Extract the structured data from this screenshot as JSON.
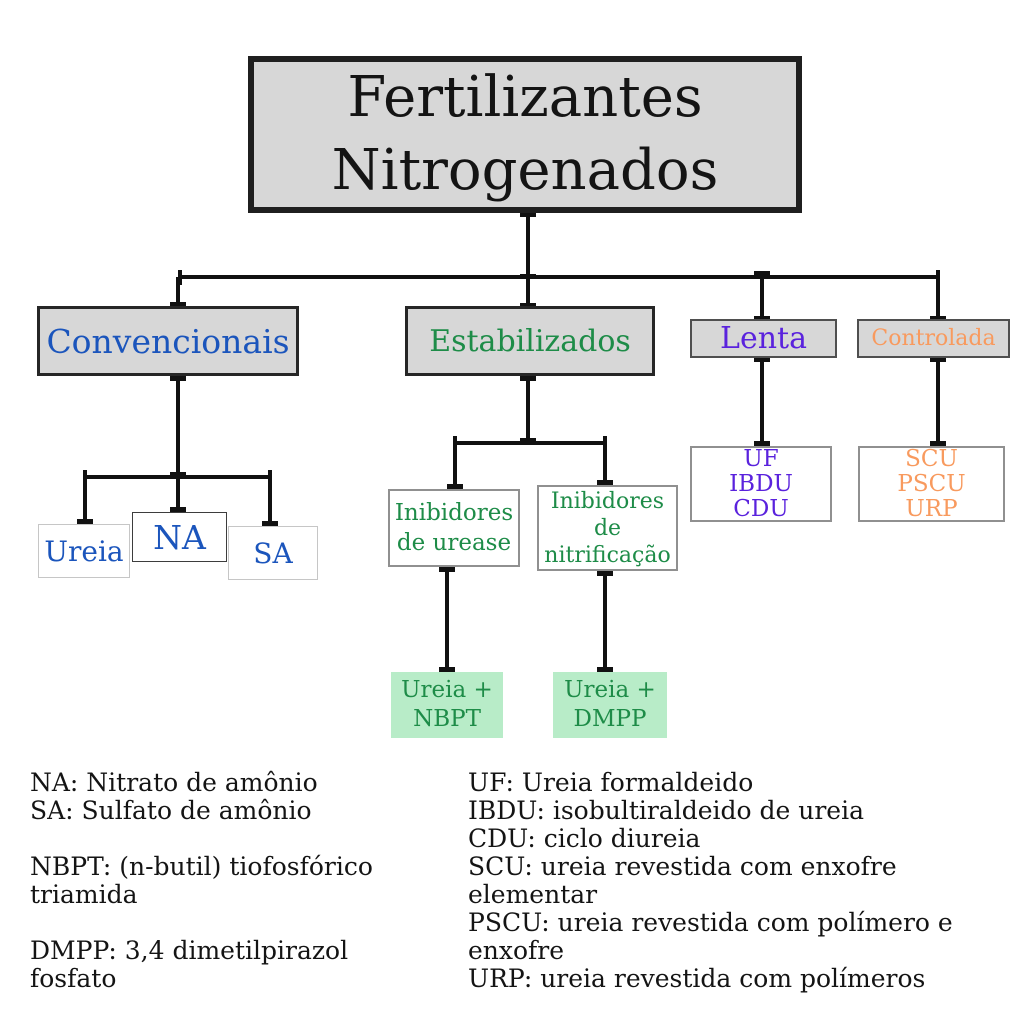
{
  "diagram": {
    "root": {
      "label": "Fertilizantes\nNitrogenados"
    },
    "categories": {
      "convencionais": {
        "label": "Convencionais"
      },
      "estabilizados": {
        "label": "Estabilizados"
      },
      "lenta": {
        "label": "Lenta"
      },
      "controlada": {
        "label": "Controlada"
      }
    },
    "nodes": {
      "ureia": {
        "label": "Ureia"
      },
      "na": {
        "label": "NA"
      },
      "sa": {
        "label": "SA"
      },
      "inibidores_urease": {
        "label": "Inibidores\nde urease"
      },
      "inibidores_nitrificacao": {
        "label": "Inibidores\nde\nnitrificação"
      },
      "ureia_nbpt": {
        "label": "Ureia +\nNBPT"
      },
      "ureia_dmpp": {
        "label": "Ureia +\nDMPP"
      },
      "lenta_products": {
        "label": "UF\nIBDU\nCDU"
      },
      "controlada_products": {
        "label": "SCU\nPSCU\nURP"
      }
    },
    "colors": {
      "blue": "#1b55bc",
      "green": "#1e8c48",
      "purple": "#5a22dd",
      "orange": "#f89a5e",
      "box_fill": "#d7d7d7",
      "highlight_fill": "#b8ecc8",
      "line": "#111111"
    }
  },
  "legend": {
    "left_lines": [
      "NA: Nitrato de amônio",
      "SA: Sulfato de amônio",
      "",
      "NBPT: (n-butil) tiofosfórico",
      "triamida",
      "",
      "DMPP: 3,4 dimetilpirazol",
      "fosfato"
    ],
    "right_lines": [
      "UF: Ureia formaldeido",
      "IBDU: isobultiraldeido de ureia",
      "CDU: ciclo diureia",
      "SCU: ureia revestida com enxofre",
      "elementar",
      "PSCU: ureia revestida com polímero e",
      "enxofre",
      "URP: ureia revestida com polímeros"
    ]
  }
}
